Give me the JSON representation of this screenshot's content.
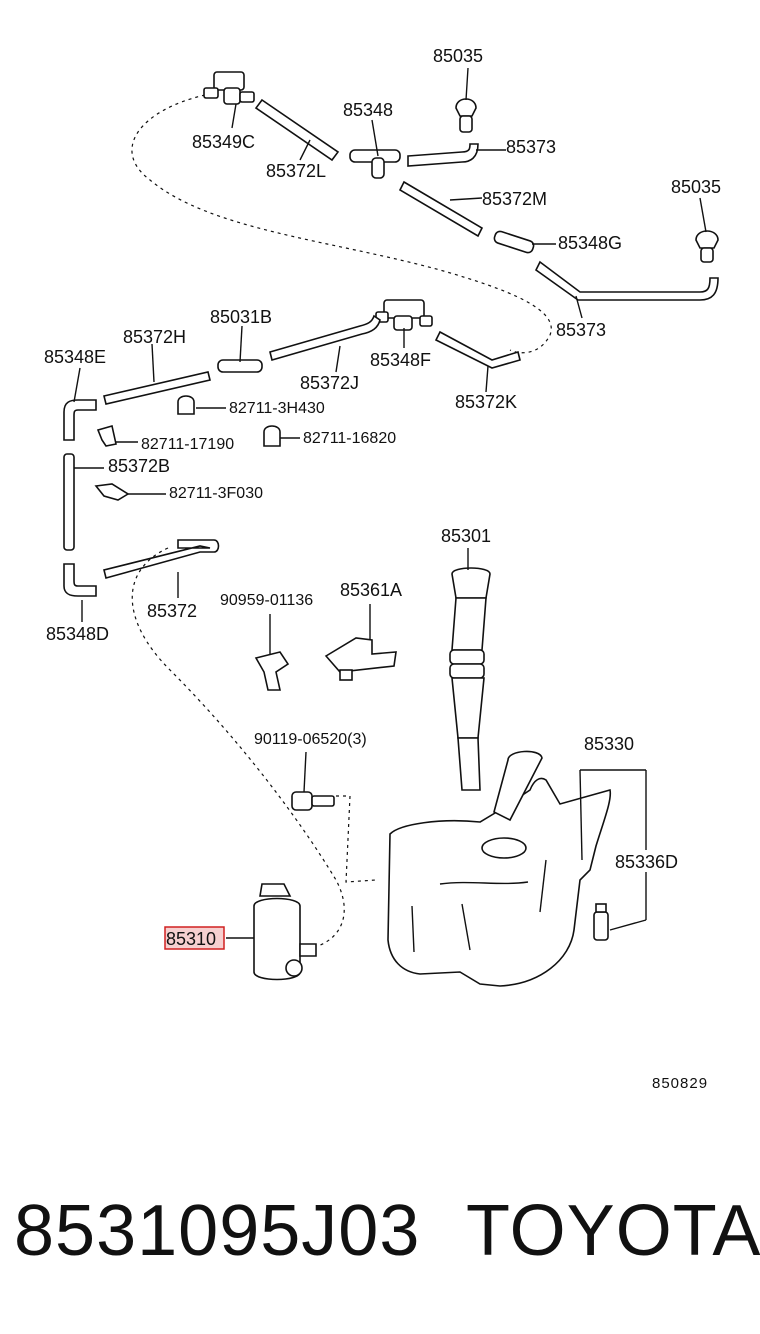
{
  "diagram": {
    "labels": {
      "p85035_top": "85035",
      "p85348": "85348",
      "p85349C": "85349C",
      "p85373_top": "85373",
      "p85372L": "85372L",
      "p85372M": "85372M",
      "p85035_right": "85035",
      "p85348G": "85348G",
      "p85373_right": "85373",
      "p85372H": "85372H",
      "p85031B": "85031B",
      "p85348E": "85348E",
      "p85348F": "85348F",
      "p85372J": "85372J",
      "p85372K": "85372K",
      "p82711_3H430": "82711-3H430",
      "p82711_17190": "82711-17190",
      "p82711_16820": "82711-16820",
      "p85372B": "85372B",
      "p82711_3F030": "82711-3F030",
      "p85301": "85301",
      "p90959_01136": "90959-01136",
      "p85361A": "85361A",
      "p85348D": "85348D",
      "p85372": "85372",
      "p90119_06520": "90119-06520(3)",
      "p85330": "85330",
      "p85336D": "85336D",
      "p85310": "85310",
      "diagram_code": "850829"
    }
  },
  "footer": {
    "part_number": "8531095J03",
    "brand": "TOYOTA"
  },
  "colors": {
    "highlight_fill": "#f6d0d0",
    "highlight_stroke": "#d02020",
    "ink": "#111111"
  }
}
